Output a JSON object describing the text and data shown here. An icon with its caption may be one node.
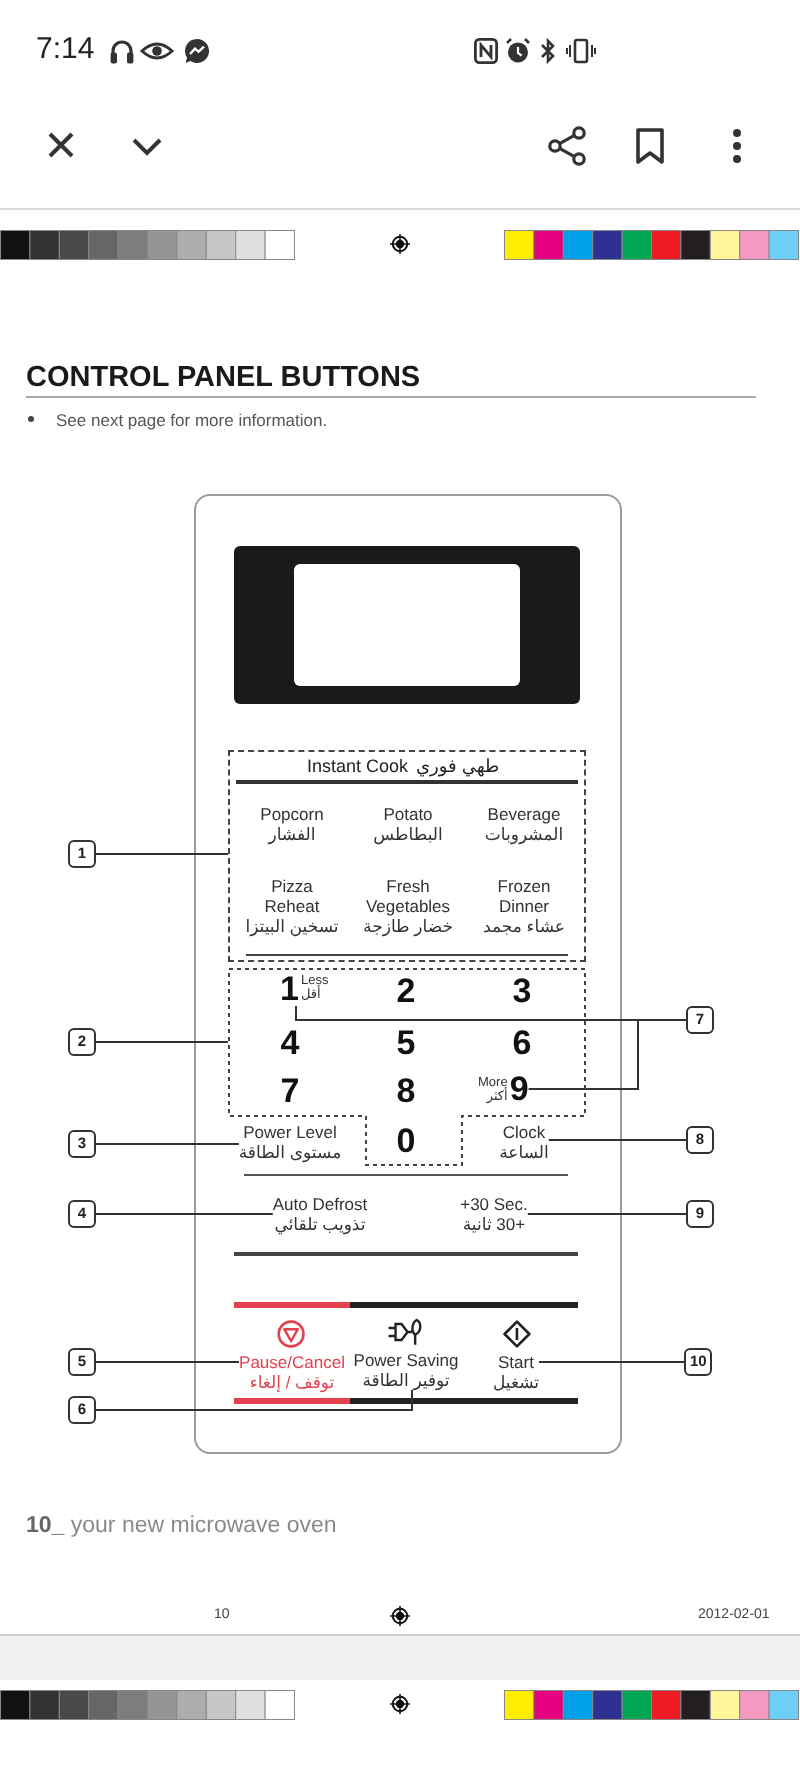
{
  "diagram": {
    "title": "CONTROL PANEL BUTTONS",
    "nodes": [
      {
        "text": [
          "Instant Cook",
          "طهي فوري",
          "Popcorn",
          "الفشار",
          "Potato",
          "البطاطس",
          "Beverage",
          "المشروبات",
          "Pizza Reheat",
          "تسخين البيتزا",
          "Fresh Vegetables",
          "خضار طازجة",
          "Frozen Dinner",
          "عشاء مجمد"
        ]
      },
      {
        "text": [
          "1"
        ]
      },
      {
        "text": [
          "2",
          "3",
          "4",
          "5",
          "6",
          "7",
          "8",
          "0"
        ]
      },
      {
        "text": [
          "Less",
          "أقل",
          "1"
        ],
        "in": 2
      },
      {
        "text": [
          "7"
        ]
      },
      {
        "text": [
          "2"
        ]
      },
      {
        "text": [
          "9",
          "More",
          "أكثر"
        ],
        "in": 2
      },
      {
        "text": [
          "3"
        ]
      },
      {
        "text": [
          "Power Level",
          "مستوى الطاقة"
        ]
      },
      {
        "text": [
          "Clock",
          "الساعة"
        ]
      },
      {
        "text": [
          "8"
        ]
      },
      {
        "text": [
          "4"
        ]
      },
      {
        "text": [
          "Auto Defrost",
          "تذويب تلقائي"
        ]
      },
      {
        "text": [
          "+30 Sec.",
          "+30 ثانية"
        ]
      },
      {
        "text": [
          "9"
        ]
      },
      {
        "text": [
          "5"
        ]
      },
      {
        "text": [
          "Pause/Cancel",
          "توقف / إلغاء"
        ]
      },
      {
        "text": [
          "Power Saving",
          "توفير الطاقة"
        ]
      },
      {
        "text": [
          "Start",
          "تشغيل"
        ]
      },
      {
        "text": [
          "10"
        ]
      },
      {
        "text": [
          "6"
        ]
      }
    ],
    "edges": [
      {
        "from": 1,
        "to": 0,
        "arrow": "none"
      },
      {
        "from": 5,
        "to": 2,
        "arrow": "none"
      },
      {
        "from": 7,
        "to": 8,
        "arrow": "none"
      },
      {
        "from": 11,
        "to": 12,
        "arrow": "none"
      },
      {
        "from": 15,
        "to": 16,
        "arrow": "none"
      },
      {
        "from": 20,
        "to": 17,
        "arrow": "none"
      },
      {
        "from": 4,
        "to": 3,
        "arrow": "none"
      },
      {
        "from": 4,
        "to": 6,
        "arrow": "none"
      },
      {
        "from": 10,
        "to": 9,
        "arrow": "none"
      },
      {
        "from": 14,
        "to": 13,
        "arrow": "none"
      },
      {
        "from": 19,
        "to": 18,
        "arrow": "none"
      }
    ],
    "labels": [
      "7:14",
      "See next page for more information.",
      "**10_** your new microwave oven",
      "10",
      "2012-02-01"
    ]
  }
}
